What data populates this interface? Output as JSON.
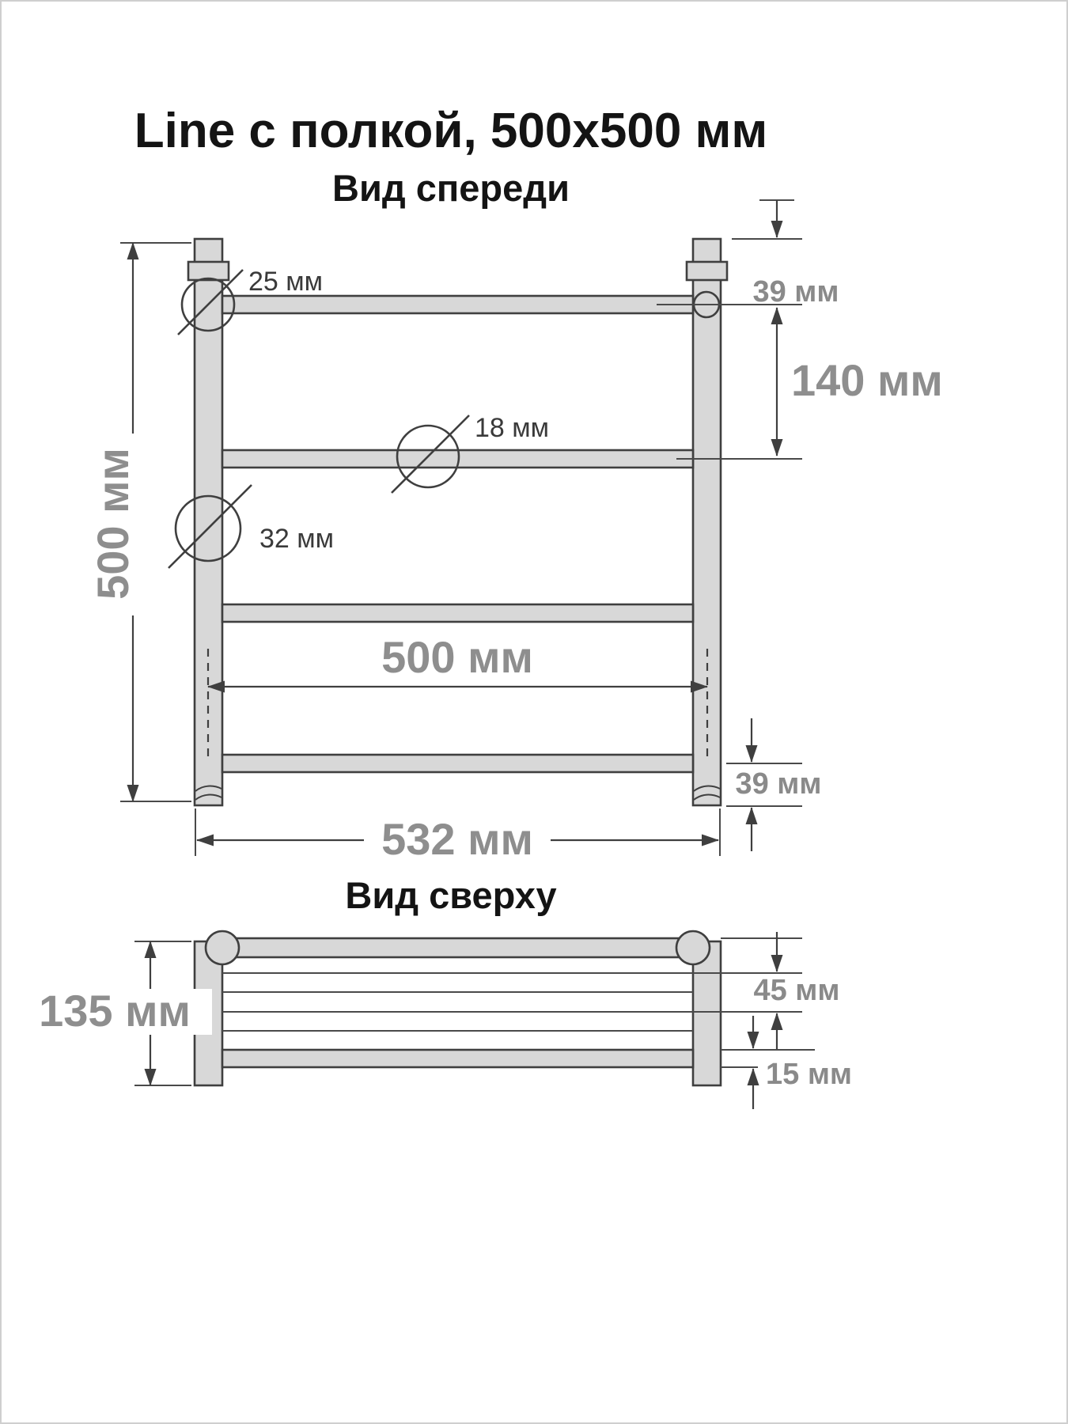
{
  "title": "Line с полкой, 500x500 мм",
  "colors": {
    "bar_fill": "#d8d8d8",
    "outline": "#3f3f3f",
    "dim_text_large": "#8e8e8e",
    "dim_text_small": "#3a3a3a",
    "title_text": "#141414"
  },
  "front_view": {
    "label": "Вид спереди",
    "dims": {
      "top_tube": "25 мм",
      "top_offset": "39 мм",
      "rung_spacing": "140 мм",
      "rung_tube": "18 мм",
      "post_tube": "32 мм",
      "height": "500 мм",
      "inner_width": "500 мм",
      "bottom_offset": "39 мм",
      "outer_width": "532 мм"
    }
  },
  "top_view": {
    "label": "Вид сверху",
    "dims": {
      "depth": "135 мм",
      "shelf_offset": "45 мм",
      "rail_offset": "15 мм"
    }
  }
}
